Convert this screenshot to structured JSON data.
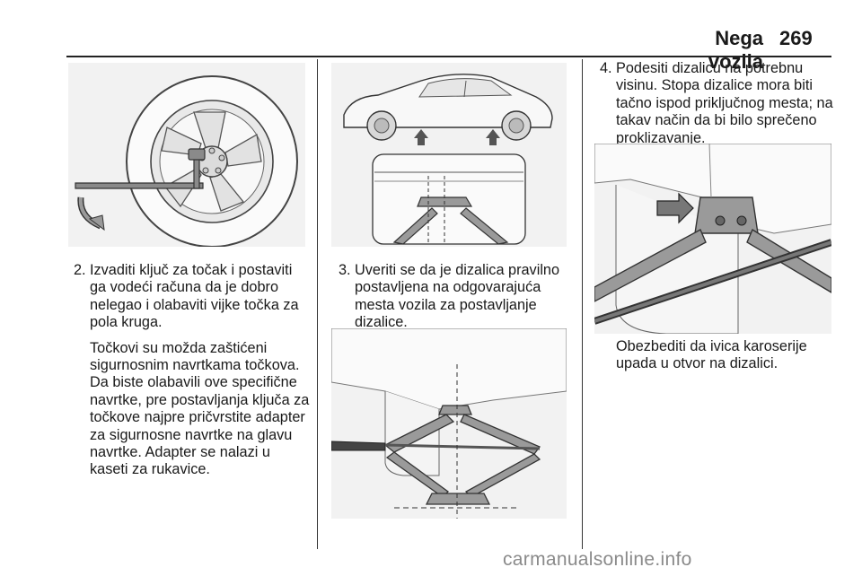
{
  "header": {
    "title": "Nega vozila",
    "page_number": "269"
  },
  "col1": {
    "step_number": "2.",
    "step_text": "Izvaditi ključ za točak i postaviti ga vodeći računa da je dobro nelegao i olabaviti vijke točka za pola kruga.",
    "note": "Točkovi su možda zaštićeni sigurnosnim navrtkama točkova. Da biste olabavili ove specifične navrtke, pre postavljanja ključa za točkove najpre pričvrstite adapter za sigurnosne navrtke na glavu navrtke. Adapter se nalazi u kaseti za rukavice."
  },
  "col2": {
    "step_number": "3.",
    "step_text": "Uveriti se da je dizalica pravilno postavljena na odgovarajuća mesta vozila za postavljanje dizalice."
  },
  "col3": {
    "step_number": "4.",
    "step_text": "Podesiti dizalicu na potrebnu visinu. Stopa dizalice mora biti tačno ispod priključnog mesta; na takav način da bi bilo sprečeno proklizavanje.",
    "note": "Obezbediti da ivica karoserije upada u otvor na dizalici."
  },
  "footer": {
    "watermark": "carmanualsonline.info"
  }
}
